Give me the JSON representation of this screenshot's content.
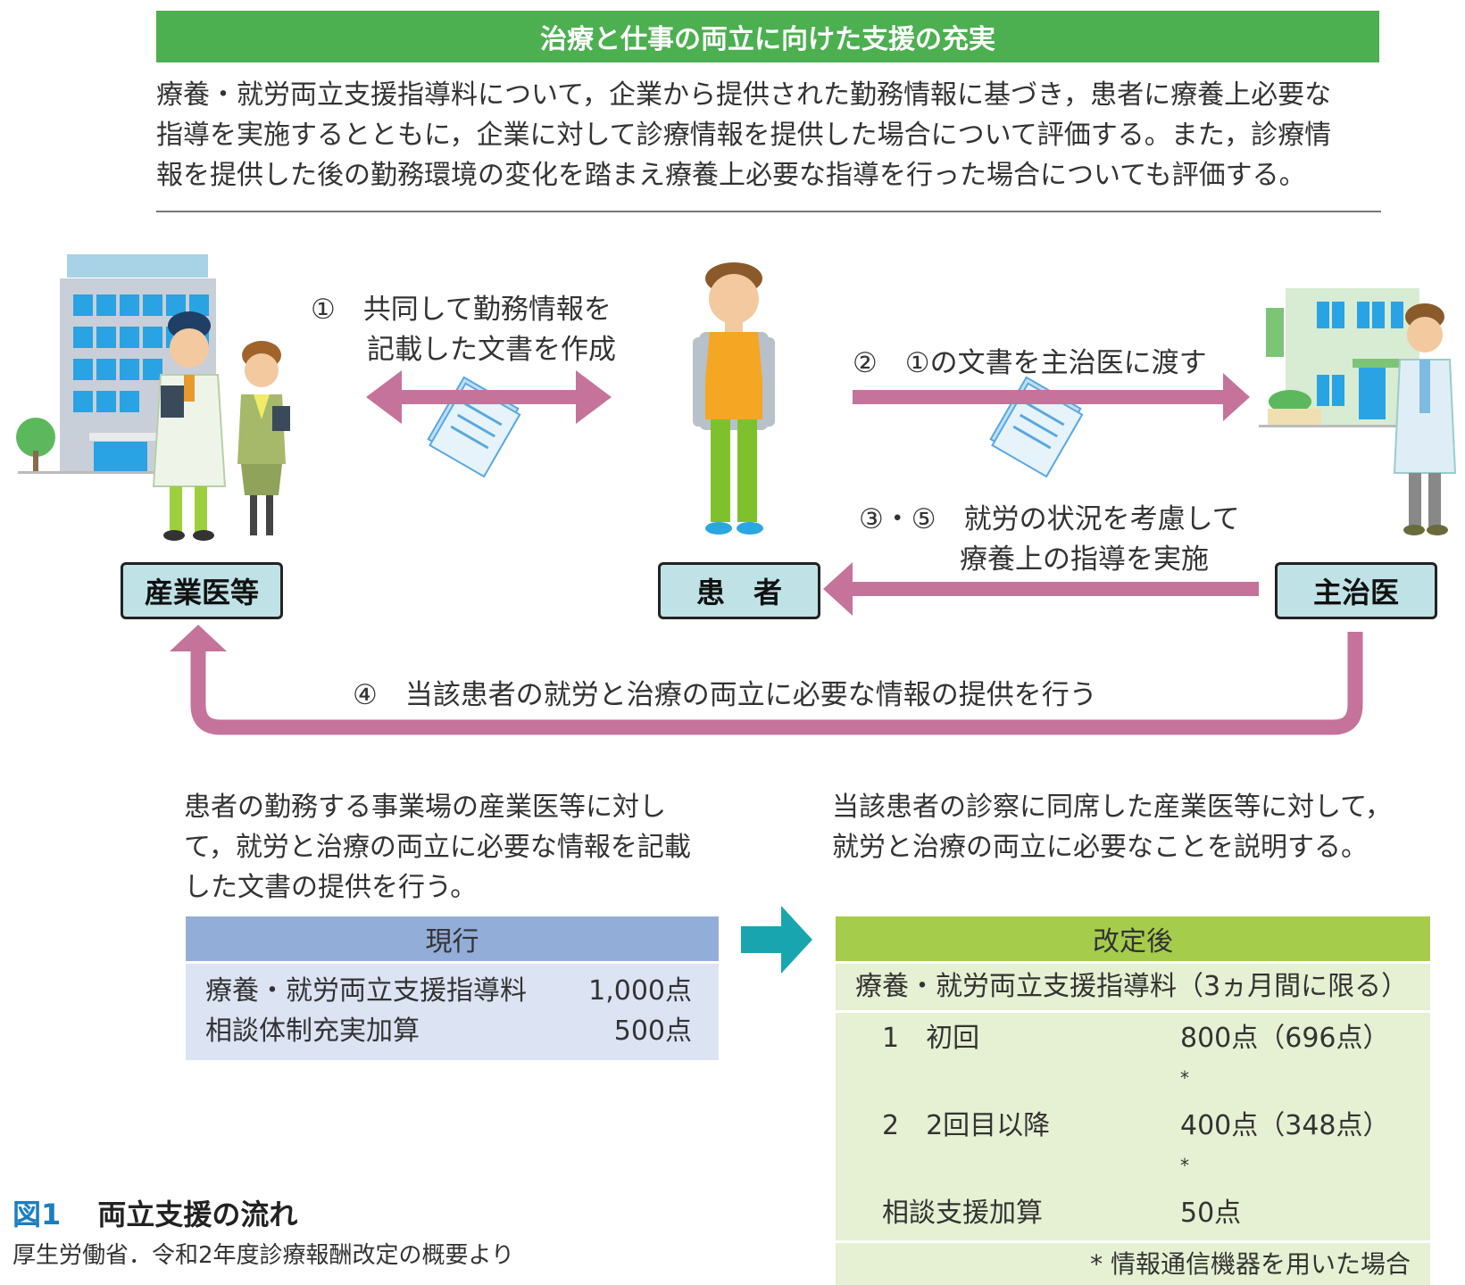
{
  "header": {
    "banner_title": "治療と仕事の両立に向けた支援の充実",
    "banner_color": "#4caf50",
    "summary_lines": [
      "療養・就労両立支援指導料について，企業から提供された勤務情報に基づき，患者に療養上必要な",
      "指導を実施するとともに，企業に対して診療情報を提供した場合について評価する。また，診療情",
      "報を提供した後の勤務環境の変化を踏まえ療養上必要な指導を行った場合についても評価する。"
    ]
  },
  "flow": {
    "step1_line1": "①　共同して勤務情報を",
    "step1_line2": "記載した文書を作成",
    "step2": "②　①の文書を主治医に渡す",
    "step35_line1": "③・⑤　就労の状況を考慮して",
    "step35_line2": "療養上の指導を実施",
    "step4": "④　当該患者の就労と治療の両立に必要な情報の提供を行う",
    "actor_sangyoui": "産業医等",
    "actor_kanja": "患　者",
    "actor_shujii": "主治医",
    "arrow_color": "#c5739a"
  },
  "bottom": {
    "left_desc": [
      "患者の勤務する事業場の産業医等に対し",
      "て，就労と治療の両立に必要な情報を記載",
      "した文書の提供を行う。"
    ],
    "right_desc": [
      "当該患者の診察に同席した産業医等に対して，",
      "就労と治療の両立に必要なことを説明する。"
    ],
    "current": {
      "header": "現行",
      "header_color": "#93add9",
      "body_color": "#dce3f3",
      "rows": [
        {
          "label": "療養・就労両立支援指導料",
          "value": "1,000点"
        },
        {
          "label": "相談体制充実加算",
          "value": "500点"
        }
      ]
    },
    "revised": {
      "header": "改定後",
      "header_color": "#a6cc4c",
      "body_color": "#e6f0d2",
      "subheader": "療養・就労両立支援指導料（3ヵ月間に限る）",
      "rows": [
        {
          "label": "1　初回",
          "value": "800点（696点）",
          "sup": "*"
        },
        {
          "label": "2　2回目以降",
          "value": "400点（348点）",
          "sup": "*"
        },
        {
          "label": "相談支援加算",
          "value": "50点",
          "sup": ""
        }
      ],
      "footnote": "* 情報通信機器を用いた場合"
    }
  },
  "caption": {
    "figure_no": "図1",
    "title": "両立支援の流れ",
    "source": "厚生労働省．令和2年度診療報酬改定の概要より"
  }
}
